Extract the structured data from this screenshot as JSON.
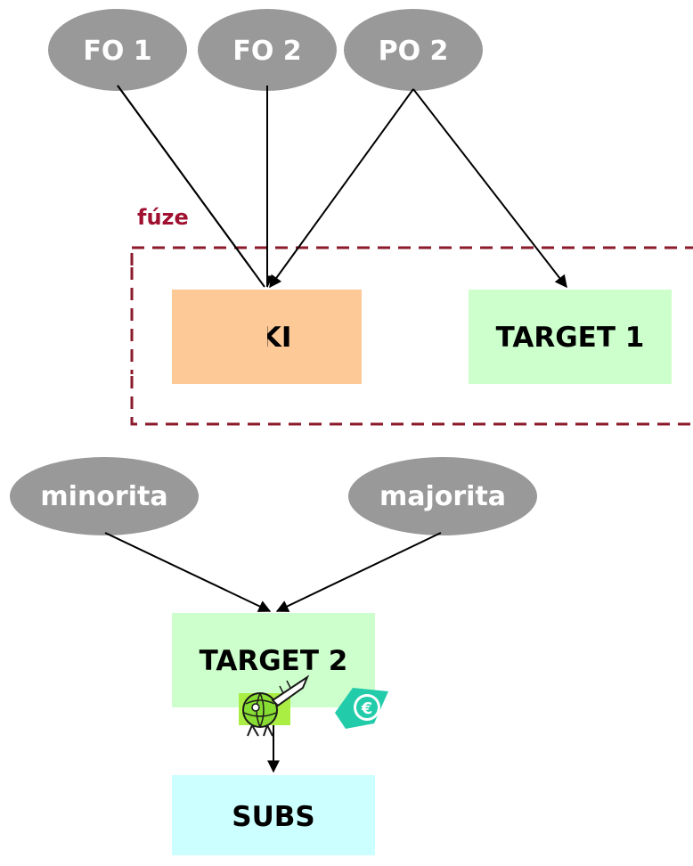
{
  "colors": {
    "oval_fill": "#999999",
    "fki_fill": "#fdc997",
    "target_fill": "#ccffcc",
    "subs_fill": "#ccffff",
    "fuze_border": "#8b1a2b",
    "edge": "#000000"
  },
  "nodes": {
    "fo1": "FO 1",
    "fo2": "FO 2",
    "po2": "PO 2",
    "fki": "FKI",
    "target1": "TARGET 1",
    "minorita": "minorita",
    "majorita": "majorita",
    "target2": "TARGET 2",
    "subs": "SUBS"
  },
  "group": {
    "fuze_label": "fúze"
  },
  "icons": [
    "globe-rocket-clipart-icon",
    "euro-coin-icon"
  ]
}
